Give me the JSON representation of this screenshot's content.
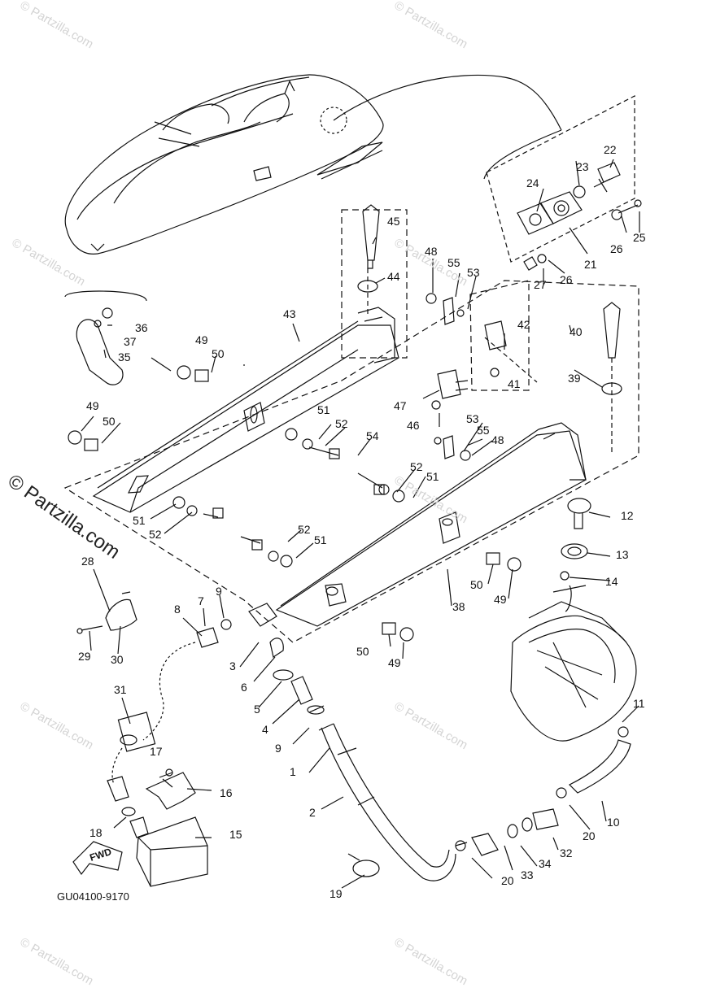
{
  "diagram": {
    "code": "GU04100-9170",
    "watermark": "© Partzilla.com",
    "fwd_label": "FWD",
    "part_numbers": [
      "1",
      "2",
      "3",
      "4",
      "5",
      "6",
      "7",
      "8",
      "9",
      "9",
      "10",
      "11",
      "12",
      "13",
      "14",
      "15",
      "16",
      "17",
      "18",
      "19",
      "20",
      "20",
      "21",
      "22",
      "23",
      "24",
      "25",
      "26",
      "26",
      "27",
      "28",
      "29",
      "30",
      "31",
      "32",
      "33",
      "34",
      "35",
      "36",
      "37",
      "38",
      "39",
      "40",
      "41",
      "42",
      "43",
      "44",
      "45",
      "46",
      "47",
      "48",
      "48",
      "49",
      "49",
      "49",
      "49",
      "50",
      "50",
      "50",
      "50",
      "51",
      "51",
      "51",
      "51",
      "52",
      "52",
      "52",
      "52",
      "53",
      "53",
      "54",
      "55",
      "55"
    ]
  }
}
